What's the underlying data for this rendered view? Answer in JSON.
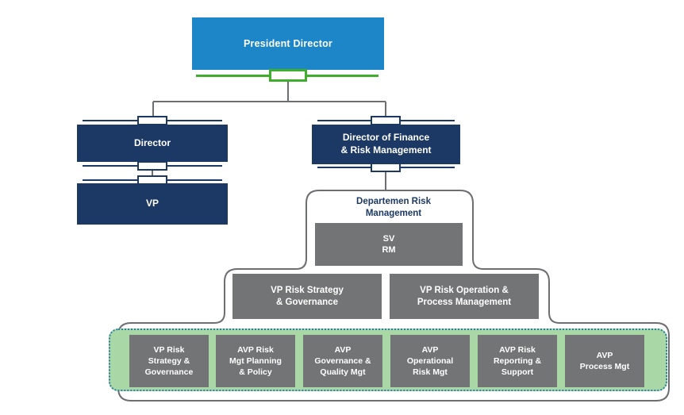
{
  "colors": {
    "president_blue": "#1c86c8",
    "navy": "#1c3966",
    "box_gray": "#737476",
    "outline_gray": "#6d6e71",
    "bracket_green": "#3fae2c",
    "band_green": "#a9d7a5",
    "band_dot_teal": "#2a7fa5"
  },
  "nodes": {
    "president": "President Director",
    "director": "Director",
    "vp": "VP",
    "finance_director": "Director of Finance\n& Risk Management",
    "department_title": "Departemen Risk\nManagement",
    "sv_rm": "SV\nRM",
    "vp_risk_strategy": "VP Risk Strategy\n& Governance",
    "vp_risk_operation": "VP Risk Operation &\nProcess Management"
  },
  "avp_row": [
    {
      "label": "VP Risk\nStrategy &\nGovernance"
    },
    {
      "label": "AVP Risk\nMgt Planning\n& Policy"
    },
    {
      "label": "AVP\nGovernance &\nQuality Mgt"
    },
    {
      "label": "AVP\nOperational\nRisk Mgt"
    },
    {
      "label": "AVP Risk\nReporting &\nSupport"
    },
    {
      "label": "AVP\nProcess Mgt"
    }
  ]
}
